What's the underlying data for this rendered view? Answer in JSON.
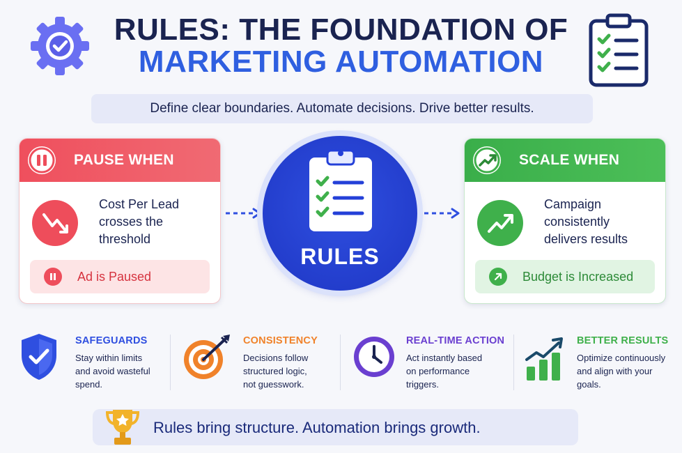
{
  "header": {
    "title_line1": "RULES: THE FOUNDATION OF",
    "title_line2": "MARKETING AUTOMATION",
    "subtitle": "Define clear boundaries. Automate decisions. Drive better results."
  },
  "pause_card": {
    "heading": "PAUSE WHEN",
    "condition_lines": [
      "Cost Per Lead",
      "crosses the",
      "threshold"
    ],
    "result": "Ad is Paused",
    "color": "#ee4d5b"
  },
  "center": {
    "label": "RULES",
    "color": "#2440d8"
  },
  "scale_card": {
    "heading": "SCALE WHEN",
    "condition_lines": [
      "Campaign",
      "consistently",
      "delivers results"
    ],
    "result": "Budget is Increased",
    "color": "#3fb04b"
  },
  "features": [
    {
      "title": "SAFEGUARDS",
      "desc_lines": [
        "Stay within limits",
        "and avoid wasteful",
        "spend."
      ],
      "color": "#2f4fe0",
      "icon": "shield-check-icon"
    },
    {
      "title": "CONSISTENCY",
      "desc_lines": [
        "Decisions follow",
        "structured logic,",
        "not guesswork."
      ],
      "color": "#f0822a",
      "icon": "target-icon"
    },
    {
      "title": "REAL-TIME ACTION",
      "desc_lines": [
        "Act instantly based",
        "on performance",
        "triggers."
      ],
      "color": "#6a3fd0",
      "icon": "clock-icon"
    },
    {
      "title": "BETTER RESULTS",
      "desc_lines": [
        "Optimize continuously",
        "and align with your",
        "goals."
      ],
      "color": "#3fb04b",
      "icon": "growth-chart-icon"
    }
  ],
  "footer": {
    "text": "Rules bring structure. Automation brings growth.",
    "icon": "trophy-icon"
  },
  "decorations": {
    "left_icon": "gear-check-icon",
    "right_icon": "clipboard-checklist-icon"
  }
}
